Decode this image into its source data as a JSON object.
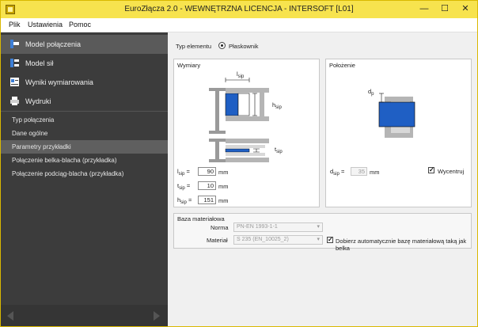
{
  "window": {
    "title": "EuroZłącza 2.0 - WEWNĘTRZNA LICENCJA - INTERSOFT [L01]",
    "minimize": "—",
    "maximize": "☐",
    "close": "✕"
  },
  "menu": {
    "items": [
      "Plik",
      "Ustawienia",
      "Pomoc"
    ]
  },
  "sidebar": {
    "items": [
      {
        "label": "Model połączenia",
        "icon": "connection-model-icon"
      },
      {
        "label": "Model sił",
        "icon": "force-model-icon"
      },
      {
        "label": "Wyniki wymiarowania",
        "icon": "results-icon"
      },
      {
        "label": "Wydruki",
        "icon": "printer-icon"
      }
    ],
    "subitems": [
      "Typ połączenia",
      "Dane ogólne",
      "Parametry przykładki",
      "Połączenie belka-blacha (przykładka)",
      "Połączenie podciąg-blacha (przykładka)"
    ],
    "active_subitem": 2
  },
  "main": {
    "element_type_label": "Typ elementu",
    "element_type_value": "Płaskownik",
    "dimensions": {
      "title": "Wymiary",
      "diagram_l": "l",
      "diagram_h": "h",
      "diagram_t": "t",
      "diagram_sub": "sip",
      "l_label": "l",
      "l_sub": "sip",
      "l_value": "90",
      "t_label": "t",
      "t_sub": "sip",
      "t_value": "10",
      "h_label": "h",
      "h_sub": "sip",
      "h_value": "151",
      "eq": "=",
      "unit": "mm"
    },
    "position": {
      "title": "Położenie",
      "diagram_d": "d",
      "diagram_d_sub": "p",
      "d_label": "d",
      "d_sub": "sip",
      "d_value": "35",
      "eq": "=",
      "unit": "mm",
      "center_label": "Wycentruj"
    },
    "material": {
      "title": "Baza materiałowa",
      "norm_label": "Norma",
      "norm_value": "PN-EN 1993-1-1",
      "material_label": "Materiał",
      "material_value": "S 235 (EN_10025_2)",
      "auto_label": "Dobierz automatycznie bazę materiałową taką jak belka"
    }
  },
  "colors": {
    "title_bar": "#f7e34e",
    "sidebar": "#3c3c3c",
    "plate_blue": "#1f5fc4",
    "steel_gray": "#9a9a9a"
  }
}
